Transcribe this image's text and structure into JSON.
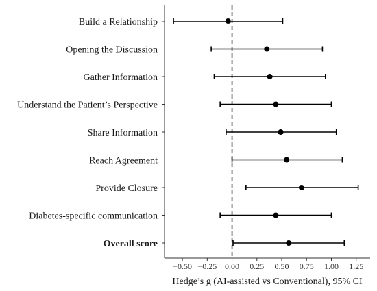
{
  "chart_data": {
    "type": "scatter",
    "subtype": "forest-plot",
    "title": "",
    "xlabel": "Hedge’s g (AI-assisted vs Conventional), 95% CI",
    "ylabel": "",
    "xlim": [
      -0.68,
      1.39
    ],
    "xticks": [
      -0.5,
      -0.25,
      0.0,
      0.25,
      0.5,
      0.75,
      1.0,
      1.25
    ],
    "xtick_labels": [
      "−0.50",
      "−0.25",
      "0.00",
      "0.25",
      "0.50",
      "0.75",
      "1.00",
      "1.25"
    ],
    "reference_line": {
      "x": 0,
      "style": "dashed"
    },
    "grid": false,
    "categories": [
      "Build a Relationship",
      "Opening the Discussion",
      "Gather Information",
      "Understand the Patient’s Perspective",
      "Share Information",
      "Reach Agreement",
      "Provide Closure",
      "Diabetes-specific communication",
      "Overall score"
    ],
    "bold_categories": [
      "Overall score"
    ],
    "estimates": [
      -0.04,
      0.35,
      0.38,
      0.44,
      0.49,
      0.55,
      0.7,
      0.44,
      0.57
    ],
    "ci_lower": [
      -0.59,
      -0.21,
      -0.18,
      -0.12,
      -0.06,
      0.0,
      0.14,
      -0.12,
      0.01
    ],
    "ci_upper": [
      0.51,
      0.91,
      0.94,
      1.0,
      1.05,
      1.11,
      1.27,
      1.0,
      1.13
    ]
  }
}
